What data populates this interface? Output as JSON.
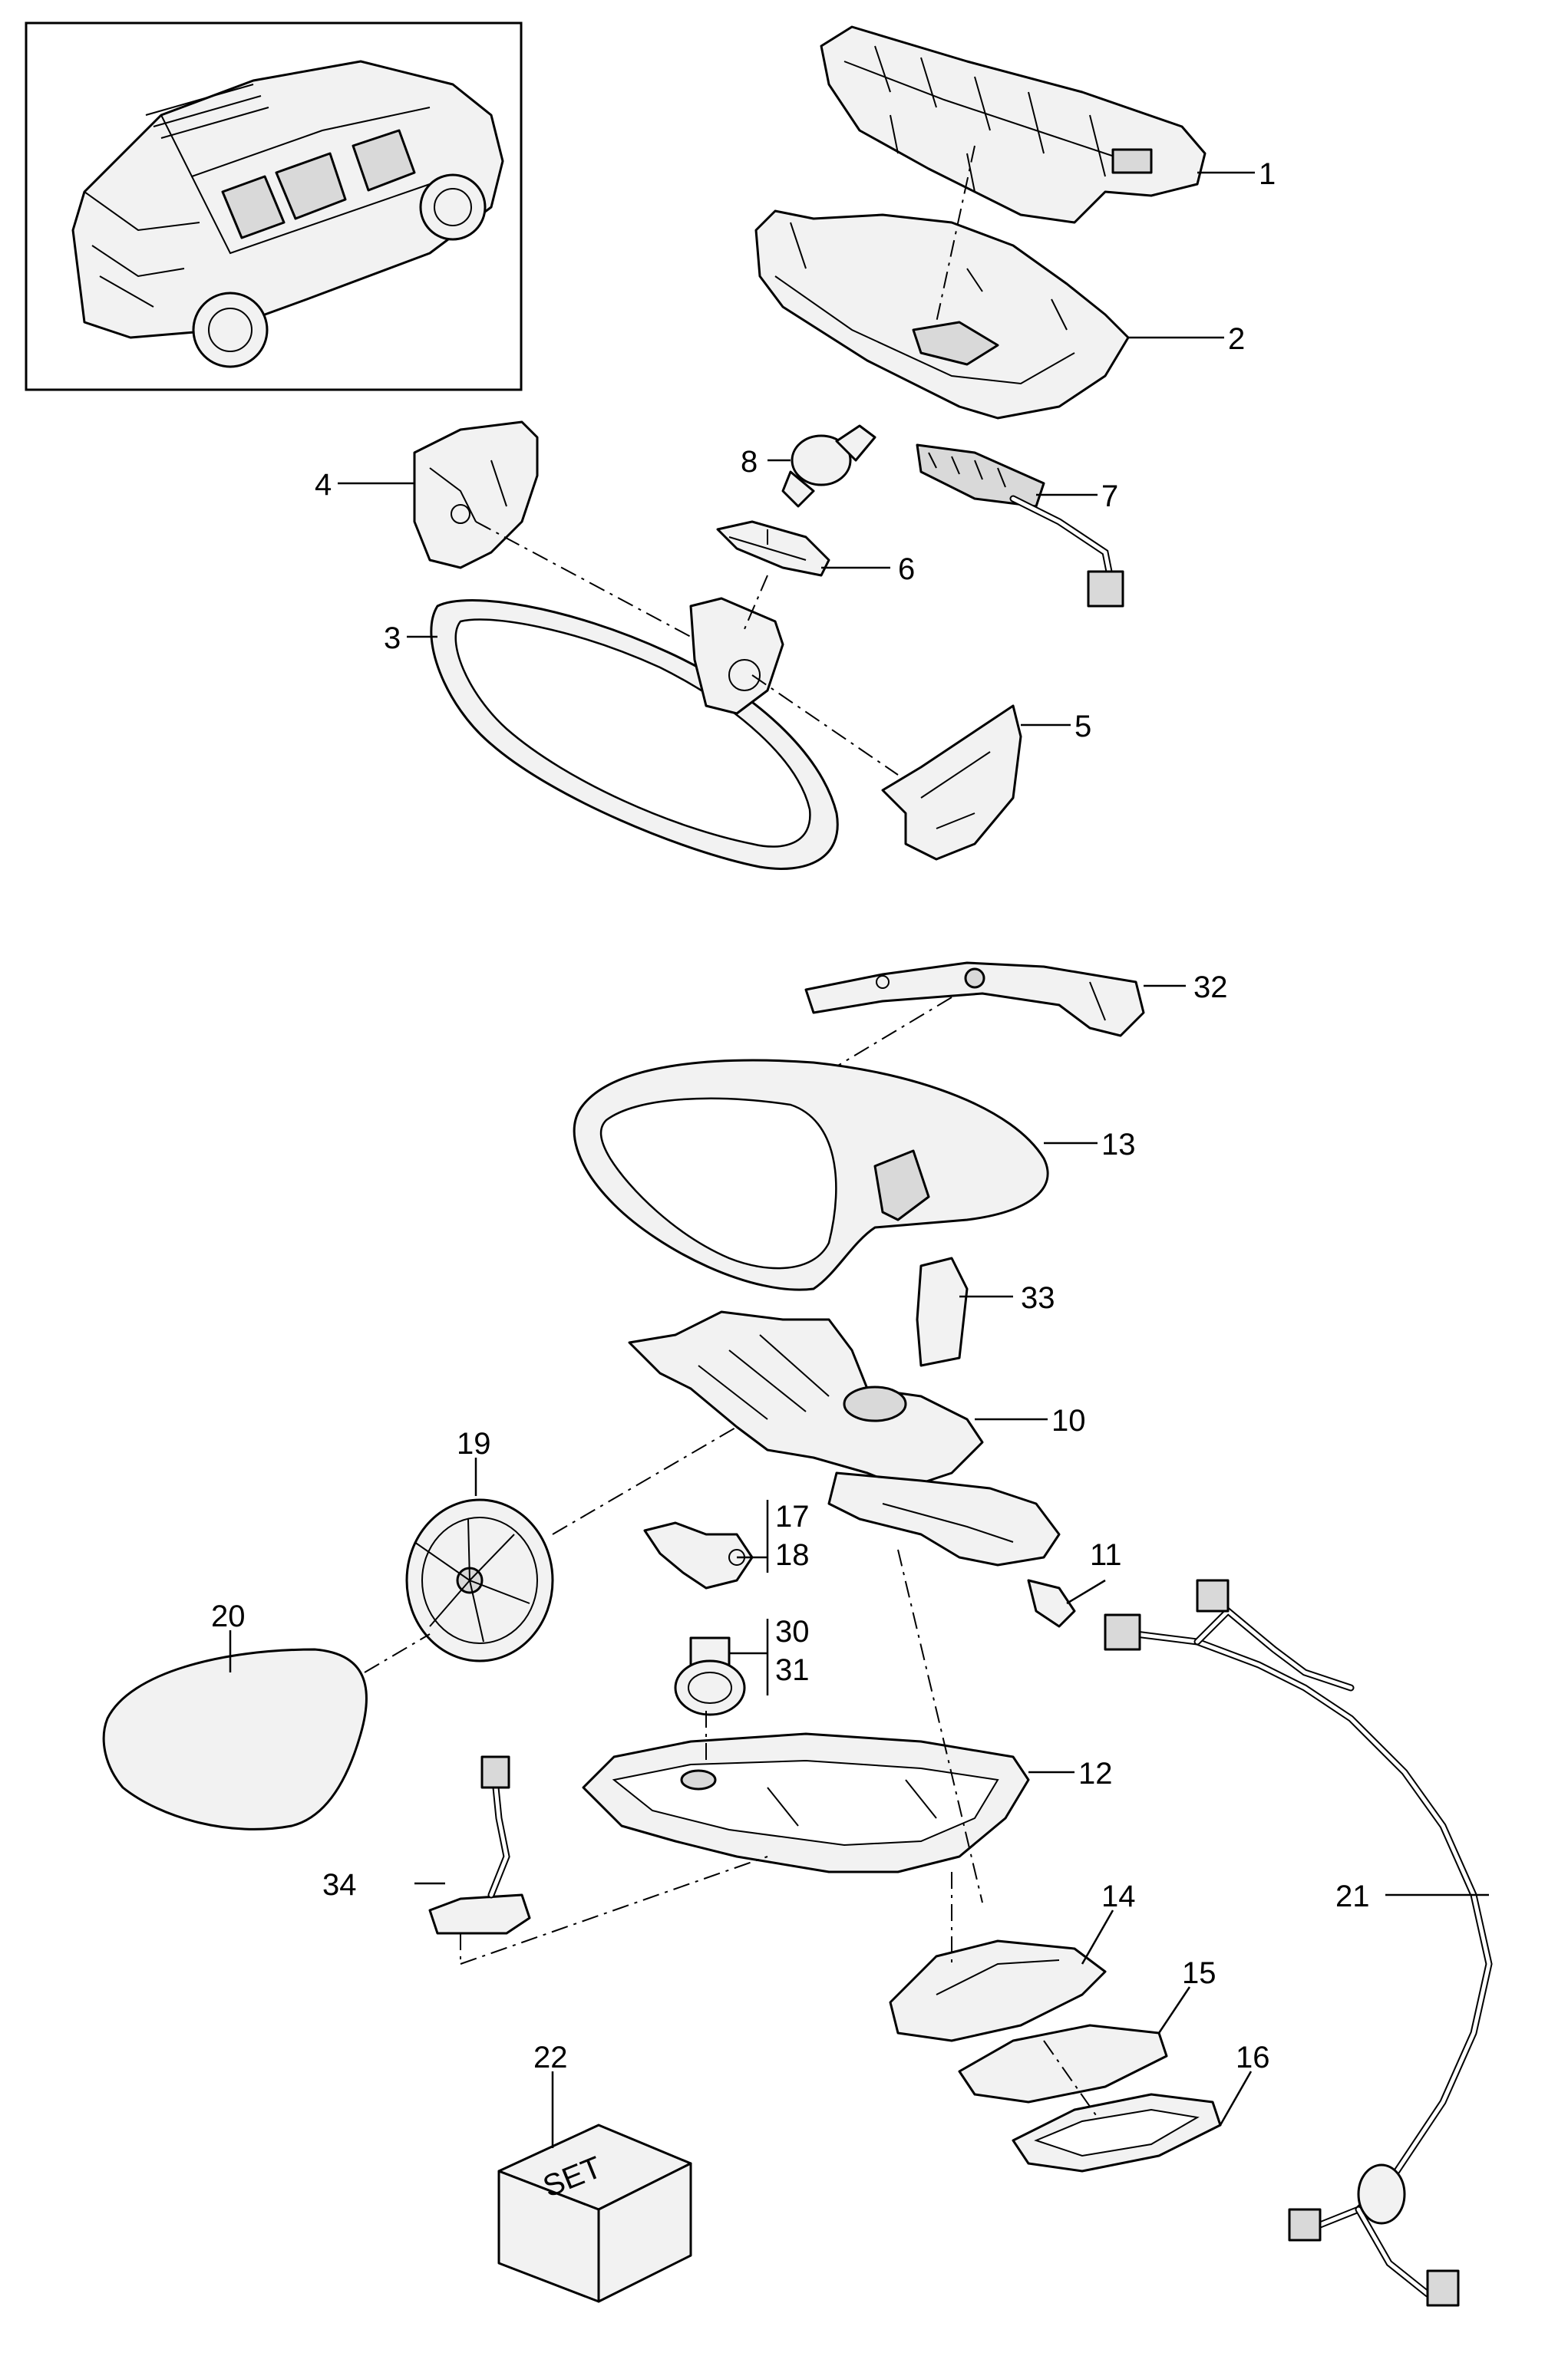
{
  "callouts": {
    "c1": "1",
    "c2": "2",
    "c3": "3",
    "c4": "4",
    "c5": "5",
    "c6": "6",
    "c7": "7",
    "c8": "8",
    "c10": "10",
    "c11": "11",
    "c12": "12",
    "c13": "13",
    "c14": "14",
    "c15": "15",
    "c16": "16",
    "c17": "17",
    "c18": "18",
    "c19": "19",
    "c20": "20",
    "c21": "21",
    "c22": "22",
    "c30": "30",
    "c31": "31",
    "c32": "32",
    "c33": "33",
    "c34": "34"
  },
  "set_box": {
    "label": "SET"
  }
}
